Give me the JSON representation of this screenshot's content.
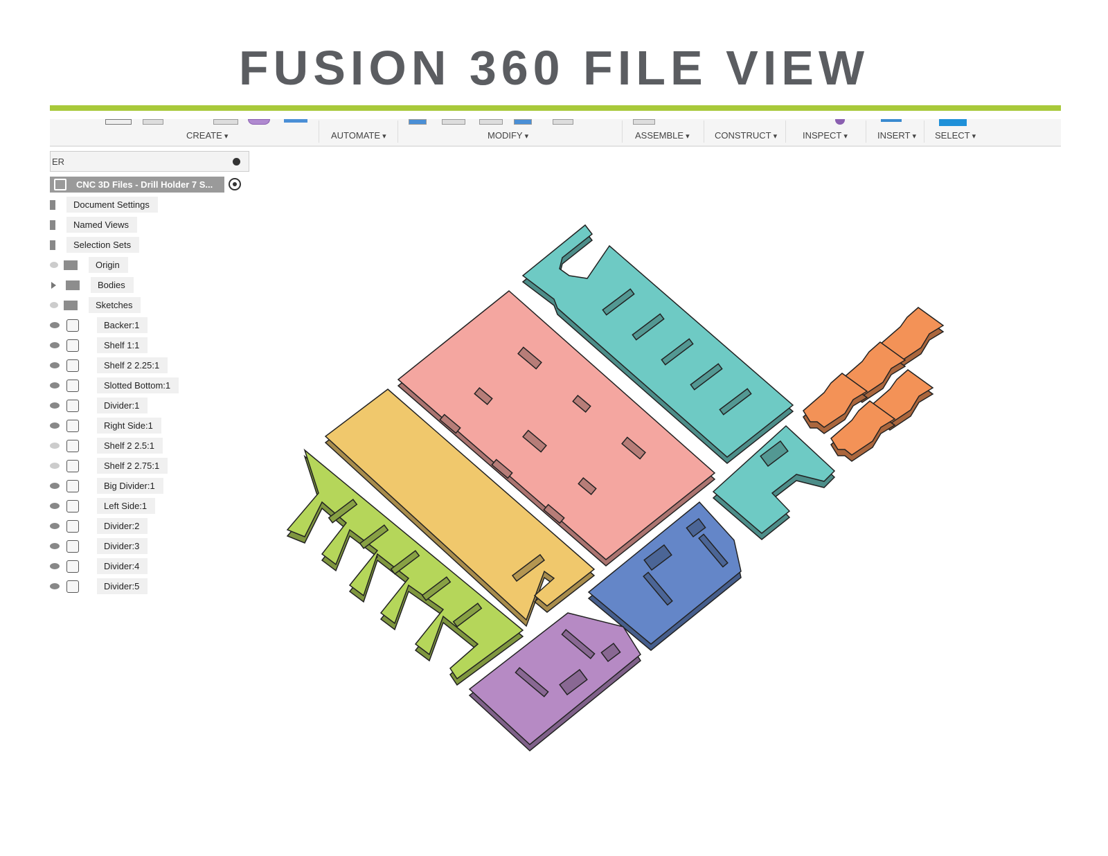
{
  "slide_title": "FUSION 360 FILE VIEW",
  "colors": {
    "accent": "#a8c93a",
    "teal": "#6ecac4",
    "pink": "#f4a6a0",
    "yellow": "#f0c86c",
    "green": "#b5d65a",
    "blue": "#6486c8",
    "purple": "#b68ac4",
    "orange": "#f39257"
  },
  "toolbar": {
    "groups": [
      "CREATE",
      "AUTOMATE",
      "MODIFY",
      "ASSEMBLE",
      "CONSTRUCT",
      "INSPECT",
      "INSERT",
      "SELECT"
    ]
  },
  "browser": {
    "search_text": "ER",
    "root": "CNC 3D Files - Drill Holder 7 S...",
    "settings": [
      "Document Settings",
      "Named Views",
      "Selection Sets"
    ],
    "folders": [
      "Origin",
      "Bodies",
      "Sketches"
    ],
    "bodies": [
      {
        "name": "Backer:1",
        "visible": true
      },
      {
        "name": "Shelf 1:1",
        "visible": true
      },
      {
        "name": "Shelf 2 2.25:1",
        "visible": true
      },
      {
        "name": "Slotted Bottom:1",
        "visible": true
      },
      {
        "name": "Divider:1",
        "visible": true
      },
      {
        "name": "Right Side:1",
        "visible": true
      },
      {
        "name": "Shelf 2 2.5:1",
        "visible": false
      },
      {
        "name": "Shelf 2 2.75:1",
        "visible": false
      },
      {
        "name": "Big Divider:1",
        "visible": true
      },
      {
        "name": "Left Side:1",
        "visible": true
      },
      {
        "name": "Divider:2",
        "visible": true
      },
      {
        "name": "Divider:3",
        "visible": true
      },
      {
        "name": "Divider:4",
        "visible": true
      },
      {
        "name": "Divider:5",
        "visible": true
      }
    ]
  }
}
